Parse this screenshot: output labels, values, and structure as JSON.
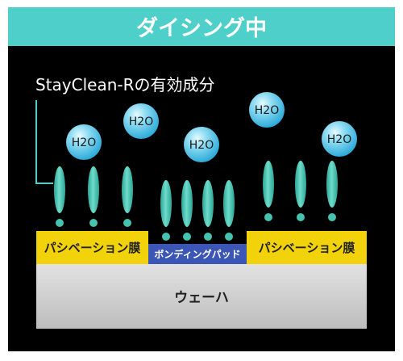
{
  "header": {
    "title": "ダイシング中"
  },
  "diagram": {
    "caption": "StayClean-Rの有効成分",
    "water_label": "H2O",
    "passivation_label": "パシベーション膜",
    "bonding_pad_label": "ボンディングパッド",
    "wafer_label": "ウェーハ"
  },
  "colors": {
    "header_bg": "#4fcfc9",
    "background": "#000000",
    "molecule": "#45c2b0",
    "passivation": "#f2d20a",
    "bonding_pad": "#3b56b5",
    "wafer": "#c9c9c9",
    "droplet": "#33b6dd"
  }
}
